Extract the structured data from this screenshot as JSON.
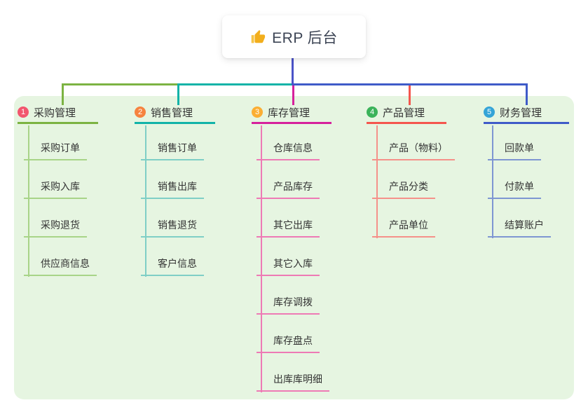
{
  "root": {
    "title": "ERP 后台",
    "icon": "thumbs-up-icon"
  },
  "branches": [
    {
      "badge": "1",
      "label": "采购管理",
      "badge_color": "#f2566e",
      "line_color": "#7cb342",
      "child_line_color": "#a8d488",
      "children": [
        "采购订单",
        "采购入库",
        "采购退货",
        "供应商信息"
      ]
    },
    {
      "badge": "2",
      "label": "销售管理",
      "badge_color": "#f6833f",
      "line_color": "#12b3a8",
      "child_line_color": "#7fcfc6",
      "children": [
        "销售订单",
        "销售出库",
        "销售退货",
        "客户信息"
      ]
    },
    {
      "badge": "3",
      "label": "库存管理",
      "badge_color": "#fbae33",
      "line_color": "#d6219c",
      "child_line_color": "#ee7ab5",
      "children": [
        "仓库信息",
        "产品库存",
        "其它出库",
        "其它入库",
        "库存调拨",
        "库存盘点",
        "出库库明细"
      ]
    },
    {
      "badge": "4",
      "label": "产品管理",
      "badge_color": "#3bb35a",
      "line_color": "#f4564e",
      "child_line_color": "#f5918a",
      "children": [
        "产品（物料）",
        "产品分类",
        "产品单位"
      ]
    },
    {
      "badge": "5",
      "label": "财务管理",
      "badge_color": "#34a4d7",
      "line_color": "#3f5bc8",
      "child_line_color": "#7e96d2",
      "children": [
        "回款单",
        "付款单",
        "结算账户"
      ]
    }
  ],
  "colors": {
    "canvas_bg": "#ffffff",
    "panel_bg": "#e6f5e1",
    "root_connector": "#4b53c8",
    "thumb_icon": "#f2ae1c",
    "text": "#333333",
    "root_text": "#3c4454"
  }
}
